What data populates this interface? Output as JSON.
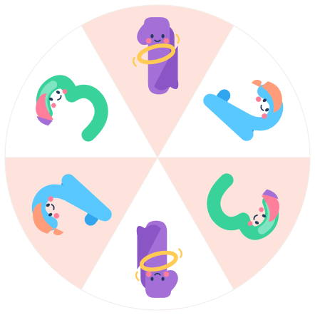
{
  "colors": {
    "background": "#ffffff",
    "segment_light": "#ffffff",
    "segment_pink": "#fde3db",
    "outline": "#f4ede9",
    "purple": "#a56fd8",
    "purple_shadow": "#8a55c4",
    "yellow": "#ffcb55",
    "blue": "#59c8ff",
    "blue_shadow": "#31a6ef",
    "green": "#39d29a",
    "green_light": "#7ee4c1",
    "orange": "#ff9d7a",
    "cheek": "#ff7f9a",
    "face": "#253b5b"
  },
  "segments": [
    {
      "name": "1",
      "icon": "number-one-icon",
      "fill": "pink"
    },
    {
      "name": "2",
      "icon": "number-two-icon",
      "fill": "white"
    },
    {
      "name": "3",
      "icon": "number-three-icon",
      "fill": "pink"
    },
    {
      "name": "1",
      "icon": "number-one-icon",
      "fill": "white"
    },
    {
      "name": "2",
      "icon": "number-two-icon",
      "fill": "pink"
    },
    {
      "name": "3",
      "icon": "number-three-icon",
      "fill": "white"
    }
  ]
}
